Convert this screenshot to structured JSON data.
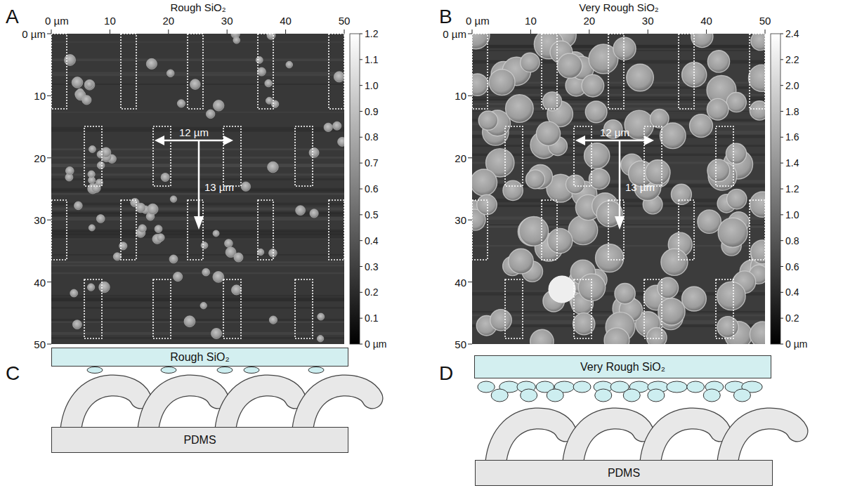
{
  "diagram": {
    "nodes": [
      {
        "text": [
          "Rough SiO₂"
        ]
      },
      {
        "text": [
          "PDMS"
        ]
      },
      {
        "text": [
          "Very Rough SiO₂"
        ]
      },
      {
        "text": [
          "PDMS"
        ]
      }
    ],
    "labels": [
      "A",
      "Rough SiO₂",
      "0 µm",
      "10",
      "20",
      "30",
      "40",
      "50",
      "0 µm",
      "10",
      "20",
      "30",
      "40",
      "50",
      "1.2",
      "1.1",
      "1.0",
      "0.9",
      "0.8",
      "0.7",
      "0.6",
      "0.5",
      "0.4",
      "0.3",
      "0.2",
      "0.1",
      "0 µm",
      "12 µm",
      "13 µm",
      "B",
      "Very Rough SiO₂",
      "0 µm",
      "10",
      "20",
      "30",
      "40",
      "50",
      "0 µm",
      "10",
      "20",
      "30",
      "40",
      "50",
      "2.4",
      "2.2",
      "2.0",
      "1.8",
      "1.6",
      "1.4",
      "1.2",
      "1.0",
      "0.8",
      "0.6",
      "0.4",
      "0.2",
      "0 µm",
      "12 µm",
      "13 µm",
      "C",
      "D"
    ]
  }
}
